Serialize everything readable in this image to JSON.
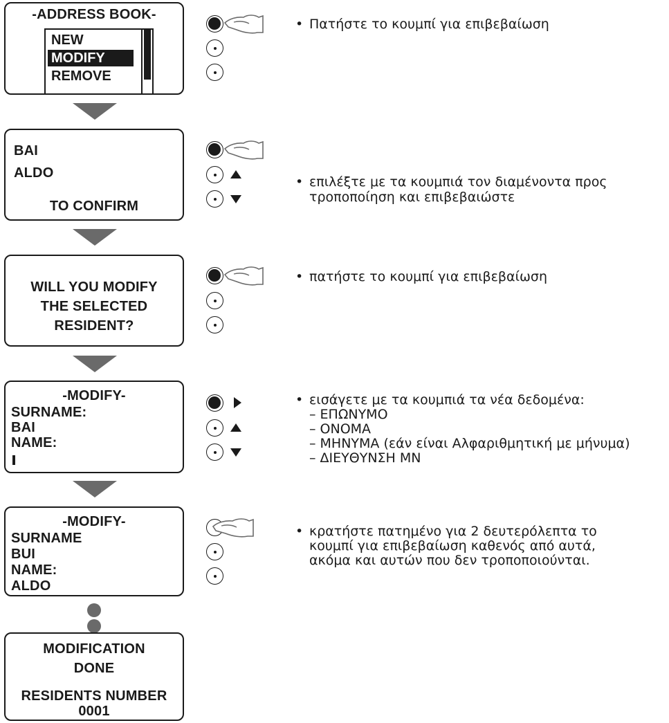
{
  "steps": [
    {
      "screen": {
        "title": "-ADDRESS BOOK-",
        "items": [
          "NEW",
          "MODIFY",
          "REMOVE"
        ],
        "selected_index": 1
      },
      "instruction": "Πατήστε το κουμπί για επιβεβαίωση"
    },
    {
      "screen": {
        "lines": [
          "BAI",
          "ALDO",
          "TO CONFIRM"
        ]
      },
      "instruction_lines": [
        "επιλέξτε με τα κουμπιά τον διαμένοντα προς",
        "τροποποίηση και επιβεβαιώστε"
      ]
    },
    {
      "screen": {
        "lines": [
          "WILL YOU MODIFY",
          "THE SELECTED",
          "RESIDENT?"
        ]
      },
      "instruction": "πατήστε το κουμπί για επιβεβαίωση"
    },
    {
      "screen": {
        "title": "-MODIFY-",
        "lines": [
          "SURNAME:",
          "BAI",
          "NAME:"
        ]
      },
      "instruction": "εισάγετε με τα κουμπιά τα νέα δεδομένα:",
      "sub_items": [
        "– ΕΠΩΝΥΜΟ",
        "– ΟΝΟΜΑ",
        "– ΜΗΝΥΜΑ (εάν είναι Αλφαριθμητική με μήνυμα)",
        "– ΔΙΕΥΘΥΝΣΗ ΜΝ"
      ]
    },
    {
      "screen": {
        "title": "-MODIFY-",
        "lines": [
          "SURNAME",
          "BUI",
          "NAME:",
          "ALDO"
        ]
      },
      "instruction_lines": [
        "κρατήστε πατημένο για 2 δευτερόλεπτα το",
        "κουμπί για επιβεβαίωση καθενός από αυτά,",
        "ακόμα και αυτών που δεν τροποποιούνται."
      ]
    },
    {
      "screen": {
        "lines": [
          "MODIFICATION",
          "DONE",
          "RESIDENTS NUMBER",
          "0001"
        ]
      }
    }
  ],
  "bullet": "•",
  "colors": {
    "ink": "#1a1a1a",
    "arrow": "#6a6a6a"
  },
  "icons": [
    "pointing-hand-icon",
    "button-icon",
    "triangle-up-icon",
    "triangle-down-icon",
    "triangle-right-icon"
  ]
}
